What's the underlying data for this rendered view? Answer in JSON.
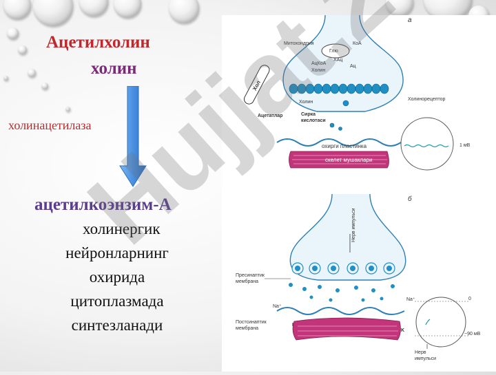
{
  "title_acetylcholine": "Ацетилхолин",
  "title_choline": "холин",
  "enzyme_label": "холинацетилаза",
  "product_label": "ацетилкоэнзим-А",
  "body_lines": [
    "холинергик",
    "нейронларнинг",
    "охирида",
    "цитоплазмада",
    "синтезланади"
  ],
  "watermark_text": "Hujjat.24",
  "colors": {
    "red": "#c0282d",
    "purple": "#5a3d8e",
    "arrow": "#4a90e2",
    "vesicle": "#1f8fc4"
  },
  "diagram": {
    "panel_a_letter": "а",
    "panel_b_letter": "б",
    "labels_a": {
      "mito": "Митохондрия",
      "koa": "КоА",
      "glu": "Глю",
      "xau": "ХАц",
      "ackoa": "АцКоА",
      "ac": "Ац",
      "cholin1": "Холин",
      "cholin2": "Холин",
      "choline_receptor": "Холинорецептор",
      "cholin_rod": "Хол",
      "acetate": "Ацетатлар",
      "acetic_acid_1": "Сирка",
      "acetic_acid_2": "кислотаси",
      "endplate": "охирги пластинка",
      "muscle": "скелет мушаклари",
      "mv": "1 мВ"
    },
    "labels_b": {
      "nerve_impulse": "Нерв импульси",
      "presynaptic_1": "Пресинаптик",
      "presynaptic_2": "мембрана",
      "postsynaptic_1": "Постсинаптик",
      "postsynaptic_2": "мембрана",
      "na_left": "Na⁺",
      "k_left": "K",
      "na_right": "Na⁺",
      "k_right": "K",
      "zero": "0",
      "minus90": "−90 мВ",
      "nerve_impulse_bottom_1": "Нерв",
      "nerve_impulse_bottom_2": "импульси"
    }
  }
}
